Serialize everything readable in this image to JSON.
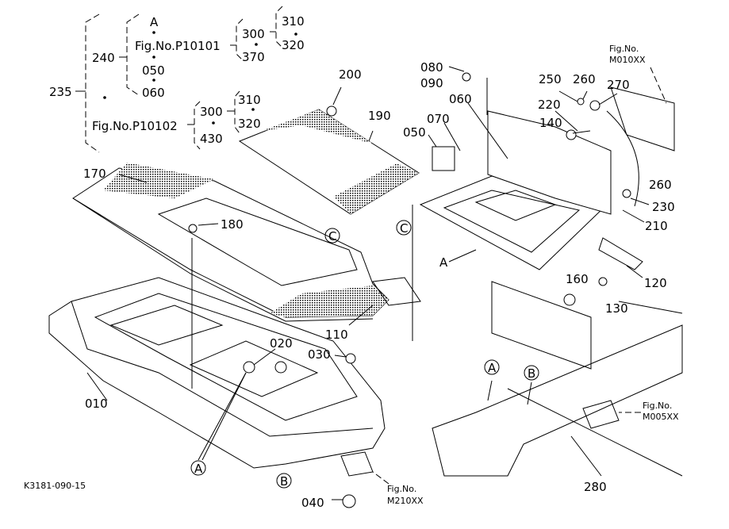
{
  "tree": {
    "root": "235",
    "n240": "240",
    "a": "A",
    "p10101": "Fig.No.P10101",
    "n050": "050",
    "n060": "060",
    "p10102": "Fig.No.P10102",
    "b1_300": "300",
    "b1_370": "370",
    "b1_310": "310",
    "b1_320": "320",
    "b2_300": "300",
    "b2_430": "430",
    "b2_310": "310",
    "b2_320": "320"
  },
  "callouts": [
    "010",
    "020",
    "030",
    "040",
    "050",
    "060",
    "070",
    "080",
    "090",
    "110",
    "120",
    "130",
    "140",
    "160",
    "170",
    "180",
    "190",
    "200",
    "210",
    "220",
    "230",
    "250",
    "260",
    "260",
    "270",
    "280"
  ],
  "letters": [
    "C",
    "C",
    "A",
    "B",
    "A",
    "B",
    "A"
  ],
  "figrefs": {
    "m010": {
      "l1": "Fig.No.",
      "l2": "M010XX"
    },
    "m005": {
      "l1": "Fig.No.",
      "l2": "M005XX"
    },
    "m210": {
      "l1": "Fig.No.",
      "l2": "M210XX"
    }
  },
  "code": "K3181-090-15"
}
